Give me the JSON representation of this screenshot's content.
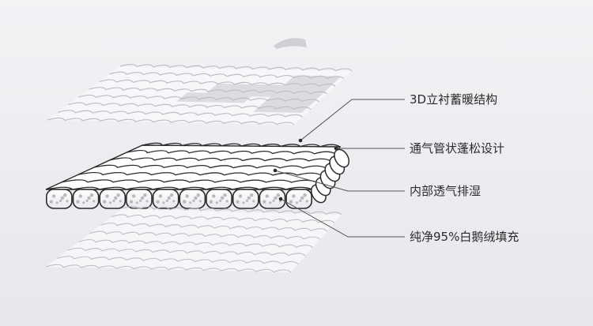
{
  "callouts": [
    {
      "id": "cl-1",
      "text": "3D立衬蓄暖结构"
    },
    {
      "id": "cl-2",
      "text": "通气管状蓬松设计"
    },
    {
      "id": "cl-3",
      "text": "内部透气排湿"
    },
    {
      "id": "cl-4",
      "text": "纯净95%白鹅绒填充"
    }
  ],
  "colors": {
    "background": "#eeeef2",
    "cell_stroke_dark": "#2b2b2b",
    "cell_stroke_light": "#bdbdc2",
    "cell_fill": "#ffffff",
    "leader_line": "#555555"
  }
}
